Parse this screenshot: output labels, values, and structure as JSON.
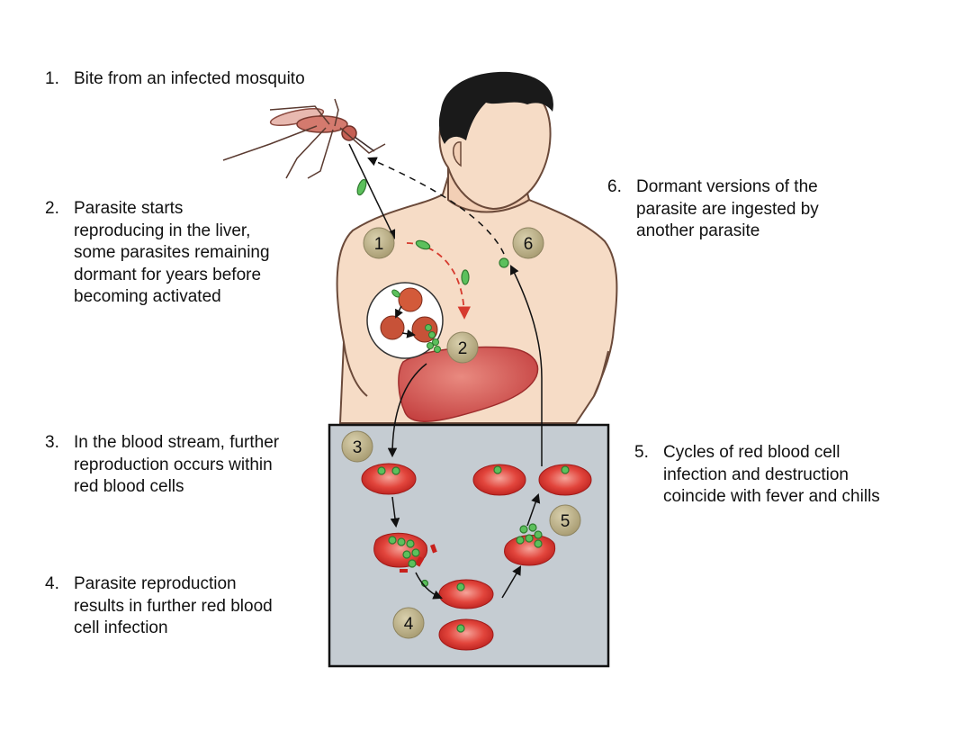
{
  "steps": [
    {
      "number": "1.",
      "text": "Bite from an infected mosquito",
      "marker": "1"
    },
    {
      "number": "2.",
      "text": "Parasite starts\nreproducing in the liver,\nsome parasites remaining\ndormant for years before\nbecoming activated",
      "marker": "2"
    },
    {
      "number": "3.",
      "text": "In the blood stream, further\nreproduction occurs within\nred blood cells",
      "marker": "3"
    },
    {
      "number": "4.",
      "text": "Parasite reproduction\nresults in further red blood\ncell infection",
      "marker": "4"
    },
    {
      "number": "5.",
      "text": "Cycles of red blood cell\ninfection and destruction\ncoincide with fever and chills",
      "marker": "5"
    },
    {
      "number": "6.",
      "text": "Dormant versions of the\nparasite are ingested by\nanother parasite",
      "marker": "6"
    }
  ],
  "colors": {
    "skin": "#f6dcc6",
    "skin_outline": "#6b4a3a",
    "hair": "#1a1a1a",
    "liver": "#d4504f",
    "rbc": "#d9302c",
    "parasite": "#5cc05c",
    "marker_fill": "#b8ad84",
    "panel": "#c5ccd2",
    "arrow_red": "#d63a2e"
  }
}
